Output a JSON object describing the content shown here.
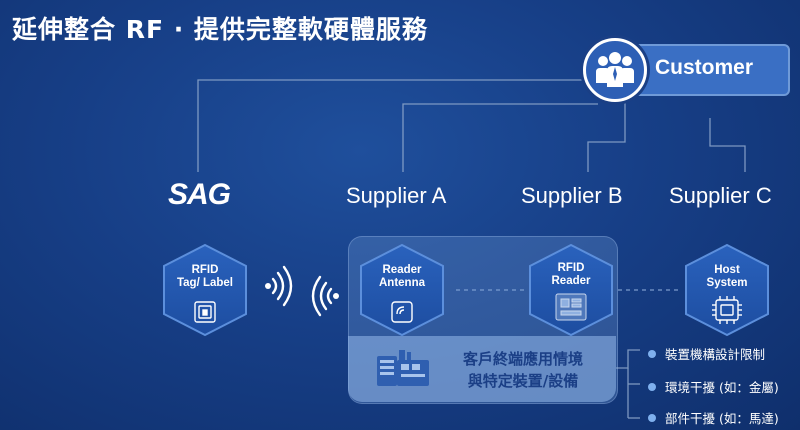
{
  "title": "延伸整合 RF · 提供完整軟硬體服務",
  "customer": {
    "label": "Customer",
    "icon": "people-group-icon"
  },
  "sag_logo": "SAG",
  "suppliers": [
    {
      "label": "Supplier A"
    },
    {
      "label": "Supplier B"
    },
    {
      "label": "Supplier C"
    }
  ],
  "nodes": {
    "rfid_tag": {
      "line1": "RFID",
      "line2": "Tag/ Label",
      "icon": "rfid-tag-icon"
    },
    "reader_antenna": {
      "line1": "Reader",
      "line2": "Antenna",
      "icon": "antenna-icon"
    },
    "rfid_reader": {
      "line1": "RFID",
      "line2": "Reader",
      "icon": "reader-device-icon"
    },
    "host_system": {
      "line1": "Host",
      "line2": "System",
      "icon": "cpu-chip-icon"
    }
  },
  "scenario": {
    "line1": "客戶終端應用情境",
    "line2": "與特定裝置/設備",
    "icon": "factory-machine-icon"
  },
  "constraints": [
    "裝置機構設計限制",
    "環境干擾 (如：金屬)",
    "部件干擾 (如：馬達)"
  ],
  "colors": {
    "background": "#173f87",
    "accent": "#3a6fc4",
    "hex_fill": "#2458b0",
    "hex_border": "#5c8fdc"
  }
}
